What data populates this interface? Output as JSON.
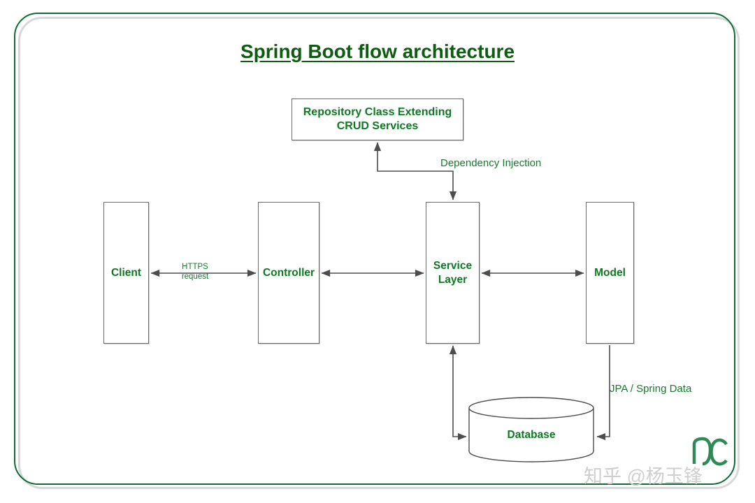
{
  "page": {
    "title": "Spring Boot flow architecture",
    "accent_green": "#0d5c12",
    "node_text_green": "#0d7a22",
    "edge_label_green": "#157a2b",
    "border_gray": "#6b6b6b",
    "frame_green": "#0f6b37",
    "frame_shadow_gray": "#d8d8d8"
  },
  "nodes": {
    "repository": {
      "label": "Repository Class Extending CRUD Services"
    },
    "client": {
      "label": "Client"
    },
    "controller": {
      "label": "Controller"
    },
    "service": {
      "label": "Service Layer"
    },
    "model": {
      "label": "Model"
    },
    "database": {
      "label": "Database"
    }
  },
  "edges": {
    "dependency_injection": {
      "label": "Dependency Injection"
    },
    "https_request": {
      "label": "HTTPS request",
      "line1": "HTTPS",
      "line2": "request"
    },
    "jpa_spring_data": {
      "label": "JPA / Spring Data"
    }
  },
  "watermark": {
    "text": "知乎 @杨玉锋",
    "logo": "dc-logo-icon"
  }
}
